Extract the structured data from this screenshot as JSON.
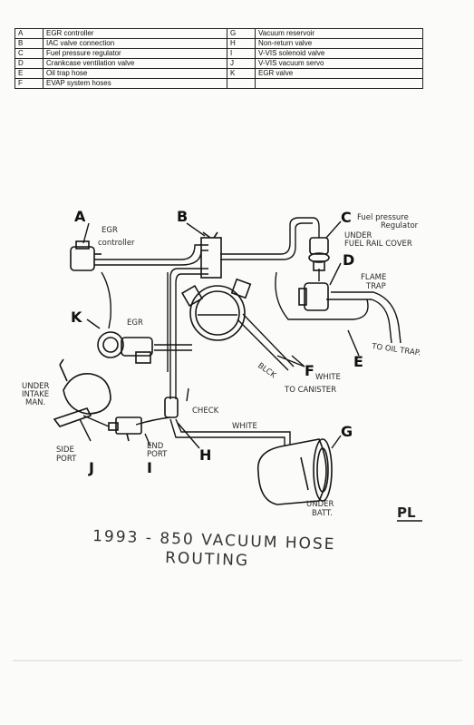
{
  "legend": {
    "rows": [
      {
        "k1": "A",
        "v1": "EGR controller",
        "k2": "G",
        "v2": "Vacuum reservoir"
      },
      {
        "k1": "B",
        "v1": "IAC valve connection",
        "k2": "H",
        "v2": "Non-return valve"
      },
      {
        "k1": "C",
        "v1": "Fuel pressure regulator",
        "k2": "I",
        "v2": "V-VIS solenoid valve"
      },
      {
        "k1": "D",
        "v1": "Crankcase ventilation valve",
        "k2": "J",
        "v2": "V-VIS vacuum servo"
      },
      {
        "k1": "E",
        "v1": "Oil trap hose",
        "k2": "K",
        "v2": "EGR valve"
      },
      {
        "k1": "F",
        "v1": "EVAP system hoses",
        "k2": "",
        "v2": ""
      }
    ]
  },
  "labels": {
    "A": "A",
    "B": "B",
    "C": "C",
    "D": "D",
    "E": "E",
    "F": "F",
    "G": "G",
    "H": "H",
    "I": "I",
    "J": "J",
    "K": "K"
  },
  "notes": {
    "egr_controller_1": "EGR",
    "egr_controller_2": "controller",
    "fuel_pressure_1": "Fuel pressure",
    "fuel_pressure_2": "Regulator",
    "under_rail_1": "UNDER",
    "under_rail_2": "FUEL RAIL COVER",
    "flame_trap_1": "FLAME",
    "flame_trap_2": "TRAP",
    "to_oil_trap": "TO OIL TRAP.",
    "egr": "EGR",
    "under_intake_1": "UNDER",
    "under_intake_2": "INTAKE",
    "under_intake_3": "MAN.",
    "check": "CHECK",
    "white_f": "WHITE",
    "blk": "BLCK",
    "to_canister": "TO CANISTER",
    "white": "WHITE",
    "side_port_1": "SIDE",
    "side_port_2": "PORT",
    "end_port_1": "END",
    "end_port_2": "PORT",
    "under_batt_1": "UNDER",
    "under_batt_2": "BATT."
  },
  "title_line1": "1993 - 850 VACUUM HOSE",
  "title_line2": "ROUTING",
  "signature": "PL"
}
